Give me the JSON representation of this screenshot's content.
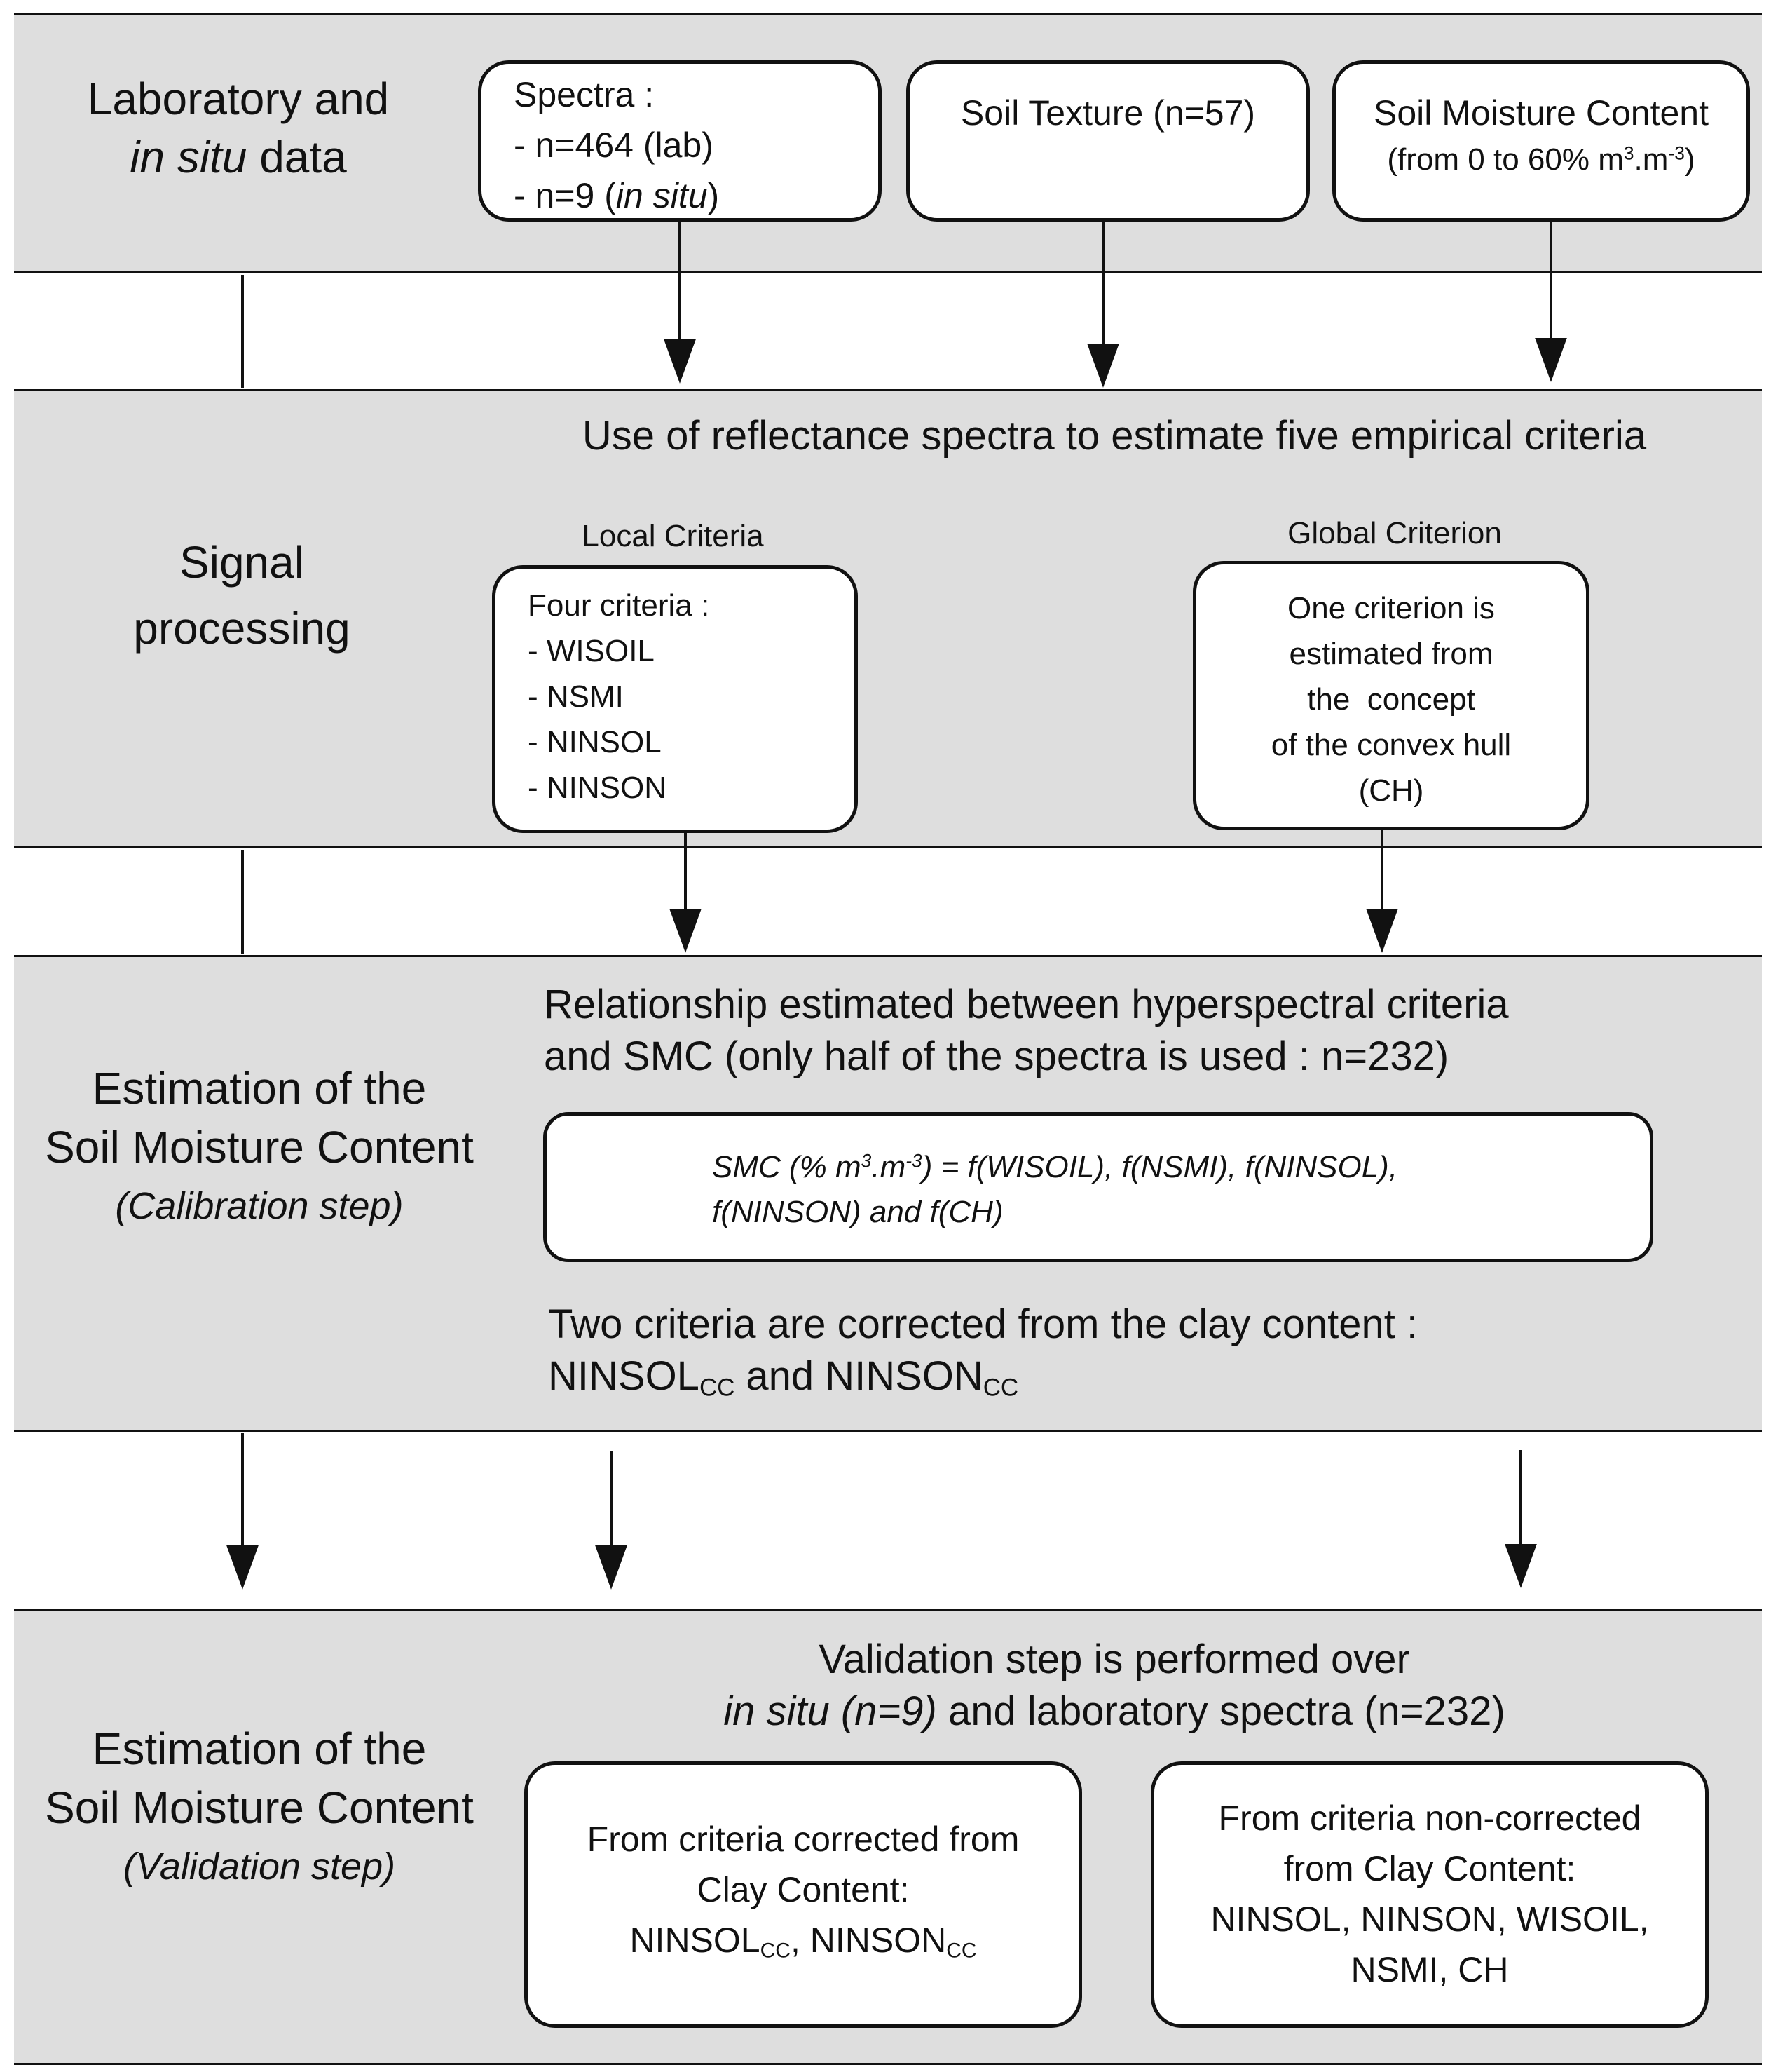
{
  "stage1": {
    "label_line1": "Laboratory and",
    "label_in_situ": "in situ",
    "label_data": " data",
    "spectra_title": "Spectra :",
    "spectra_lab": "- n=464 (lab)",
    "spectra_insitu_prefix": "- n=9 (",
    "spectra_insitu_italic": "in situ",
    "spectra_insitu_suffix": ")",
    "soil_texture": "Soil Texture (n=57)",
    "smc_title": "Soil Moisture Content",
    "smc_range_a": "(from 0 to 60% m",
    "smc_range_sup1": "3",
    "smc_range_b": ".m",
    "smc_range_sup2": "-3",
    "smc_range_c": ")"
  },
  "stage2": {
    "label_line1": "Signal",
    "label_line2": "processing",
    "heading": "Use of reflectance spectra to estimate five empirical criteria",
    "local_title": "Local Criteria",
    "local_intro": "Four criteria :",
    "local_items": [
      "- WISOIL",
      "- NSMI",
      "- NINSOL",
      "- NINSON"
    ],
    "global_title": "Global Criterion",
    "global_lines": [
      "One criterion is",
      "estimated from",
      "the  concept",
      "of the convex hull",
      "(CH)"
    ]
  },
  "stage3": {
    "label_line1": "Estimation of the",
    "label_line2": "Soil Moisture Content",
    "label_line3": "(Calibration step)",
    "heading_line1": "Relationship estimated between hyperspectral criteria",
    "heading_line2": "and SMC (only half of the spectra is used : n=232)",
    "eq_a": "SMC (% m",
    "eq_sup1": "3",
    "eq_b": ".m",
    "eq_sup2": "-3",
    "eq_c": ") = f(WISOIL), f(NSMI), f(NINSOL),",
    "eq_line2": "f(NINSON) and f(CH)",
    "correction_line1": "Two criteria are corrected from the clay content :",
    "corr_n1": "NINSOL",
    "corr_sub1": "CC",
    "corr_and": " and ",
    "corr_n2": "NINSON",
    "corr_sub2": "CC"
  },
  "stage4": {
    "label_line1": "Estimation of the",
    "label_line2": "Soil Moisture Content",
    "label_line3": "(Validation step)",
    "heading_line1": "Validation step is performed over",
    "heading_in_situ": "in situ (n=9)",
    "heading_rest": " and laboratory spectra (n=232)",
    "corrected_line1": "From criteria corrected from",
    "corrected_line2": "Clay Content:",
    "corrected_n1": "NINSOL",
    "corrected_sub1": "CC",
    "corrected_sep": ", ",
    "corrected_n2": "NINSON",
    "corrected_sub2": "CC",
    "noncorrected_lines": [
      "From criteria non-corrected",
      "from Clay Content:",
      "NINSOL, NINSON, WISOIL,",
      "NSMI, CH"
    ]
  },
  "colors": {
    "band": "#dedede",
    "stroke": "#111111",
    "box": "#ffffff"
  }
}
